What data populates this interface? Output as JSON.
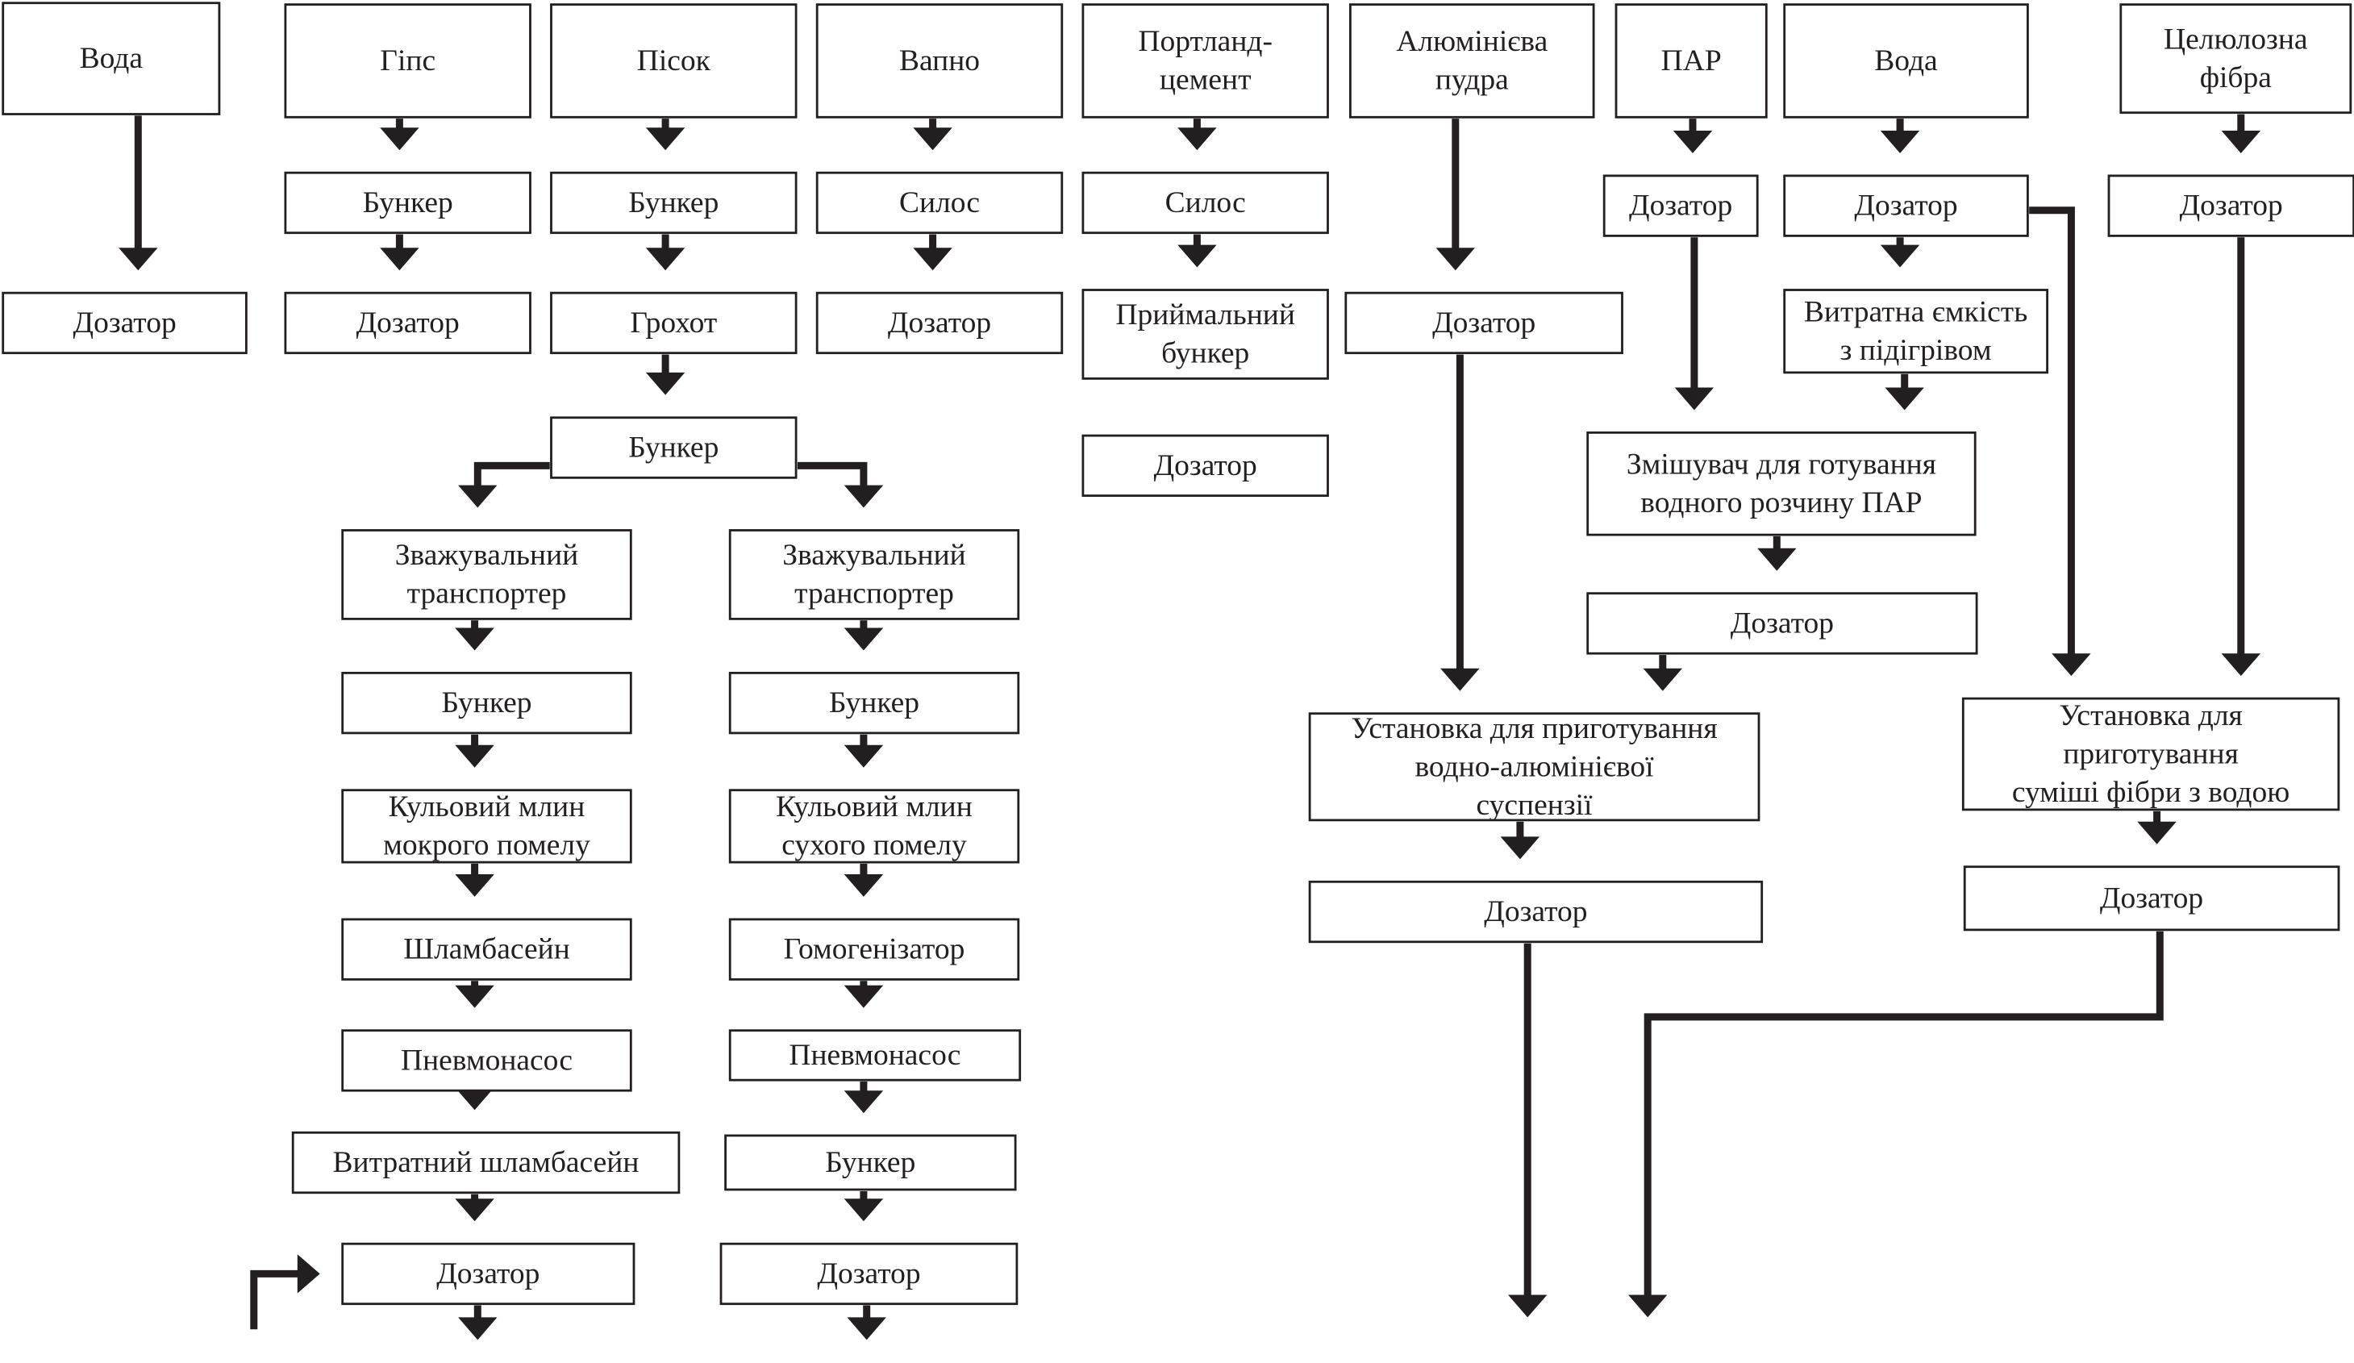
{
  "nodes": {
    "n_water1": [
      "Вода"
    ],
    "n_water1_doz": [
      "Дозатор"
    ],
    "n_gips": [
      "Гіпс"
    ],
    "n_gips_bunker": [
      "Бункер"
    ],
    "n_gips_doz": [
      "Дозатор"
    ],
    "n_pisok": [
      "Пісок"
    ],
    "n_pisok_bunker": [
      "Бункер"
    ],
    "n_grokhot": [
      "Грохот"
    ],
    "n_bunker_split": [
      "Бункер"
    ],
    "n_l_transporter": [
      "Зважувальний",
      "транспортер"
    ],
    "n_l_bunker": [
      "Бункер"
    ],
    "n_l_mill": [
      "Кульовий млин",
      "мокрого помелу"
    ],
    "n_shlambasein": [
      "Шламбасейн"
    ],
    "n_l_pnevmonasos": [
      "Пневмонасос"
    ],
    "n_vytr_shlambasein": [
      "Витратний шламбасейн"
    ],
    "n_l_doz": [
      "Дозатор"
    ],
    "n_r_transporter": [
      "Зважувальний",
      "транспортер"
    ],
    "n_r_bunker": [
      "Бункер"
    ],
    "n_r_mill": [
      "Кульовий млин",
      "сухого помелу"
    ],
    "n_gomogenizator": [
      "Гомогенізатор"
    ],
    "n_r_pnevmonasos": [
      "Пневмонасос"
    ],
    "n_r_bunker2": [
      "Бункер"
    ],
    "n_r_doz": [
      "Дозатор"
    ],
    "n_vapno": [
      "Вапно"
    ],
    "n_vapno_silos": [
      "Силос"
    ],
    "n_vapno_doz": [
      "Дозатор"
    ],
    "n_cement": [
      "Портланд-",
      "цемент"
    ],
    "n_cement_silos": [
      "Силос"
    ],
    "n_cement_bunker": [
      "Приймальний",
      "бункер"
    ],
    "n_cement_doz": [
      "Дозатор"
    ],
    "n_al_powder": [
      "Алюмінієва",
      "пудра"
    ],
    "n_al_doz": [
      "Дозатор"
    ],
    "n_al_unit": [
      "Установка для приготування",
      "водно-алюмінієвої",
      "суспензії"
    ],
    "n_al_unit_doz": [
      "Дозатор"
    ],
    "n_par": [
      "ПАР"
    ],
    "n_par_doz": [
      "Дозатор"
    ],
    "n_water2": [
      "Вода"
    ],
    "n_water2_doz": [
      "Дозатор"
    ],
    "n_tank": [
      "Витратна ємкість",
      "з підігрівом"
    ],
    "n_mixer": [
      "Змішувач для готування",
      "водного розчину ПАР"
    ],
    "n_mixer_doz": [
      "Дозатор"
    ],
    "n_fiber": [
      "Целюлозна",
      "фібра"
    ],
    "n_fiber_doz": [
      "Дозатор"
    ],
    "n_fiber_unit": [
      "Установка для",
      "приготування",
      "суміші фібри з водою"
    ],
    "n_fiber_unit_doz": [
      "Дозатор"
    ]
  }
}
